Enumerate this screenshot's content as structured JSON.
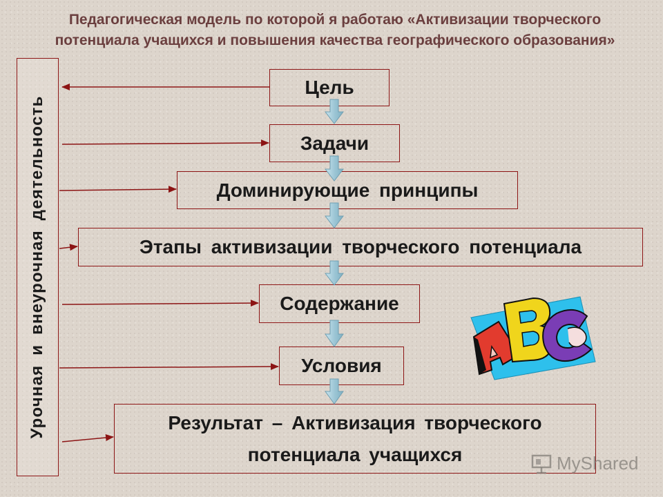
{
  "title": "Педагогическая модель по которой я работаю «Активизации творческого потенциала учащихся и повышения качества географического образования»",
  "side_label": "Урочная и внеурочная деятельность",
  "boxes": {
    "goal": "Цель",
    "tasks": "Задачи",
    "principles": "Доминирующие  принципы",
    "stages": "Этапы  активизации  творческого  потенциала",
    "content": "Содержание",
    "conditions": "Условия",
    "result_line1": "Результат  – Активизация  творческого",
    "result_line2": "потенциала  учащихся"
  },
  "watermark": "MyShared",
  "colors": {
    "border": "#8c1414",
    "arrow": "#9ec7d6",
    "title": "#6b3f3f",
    "text": "#1a1a1a"
  },
  "icons": {
    "abc": "abc-clipart-icon",
    "watermark": "presentation-board-icon"
  }
}
